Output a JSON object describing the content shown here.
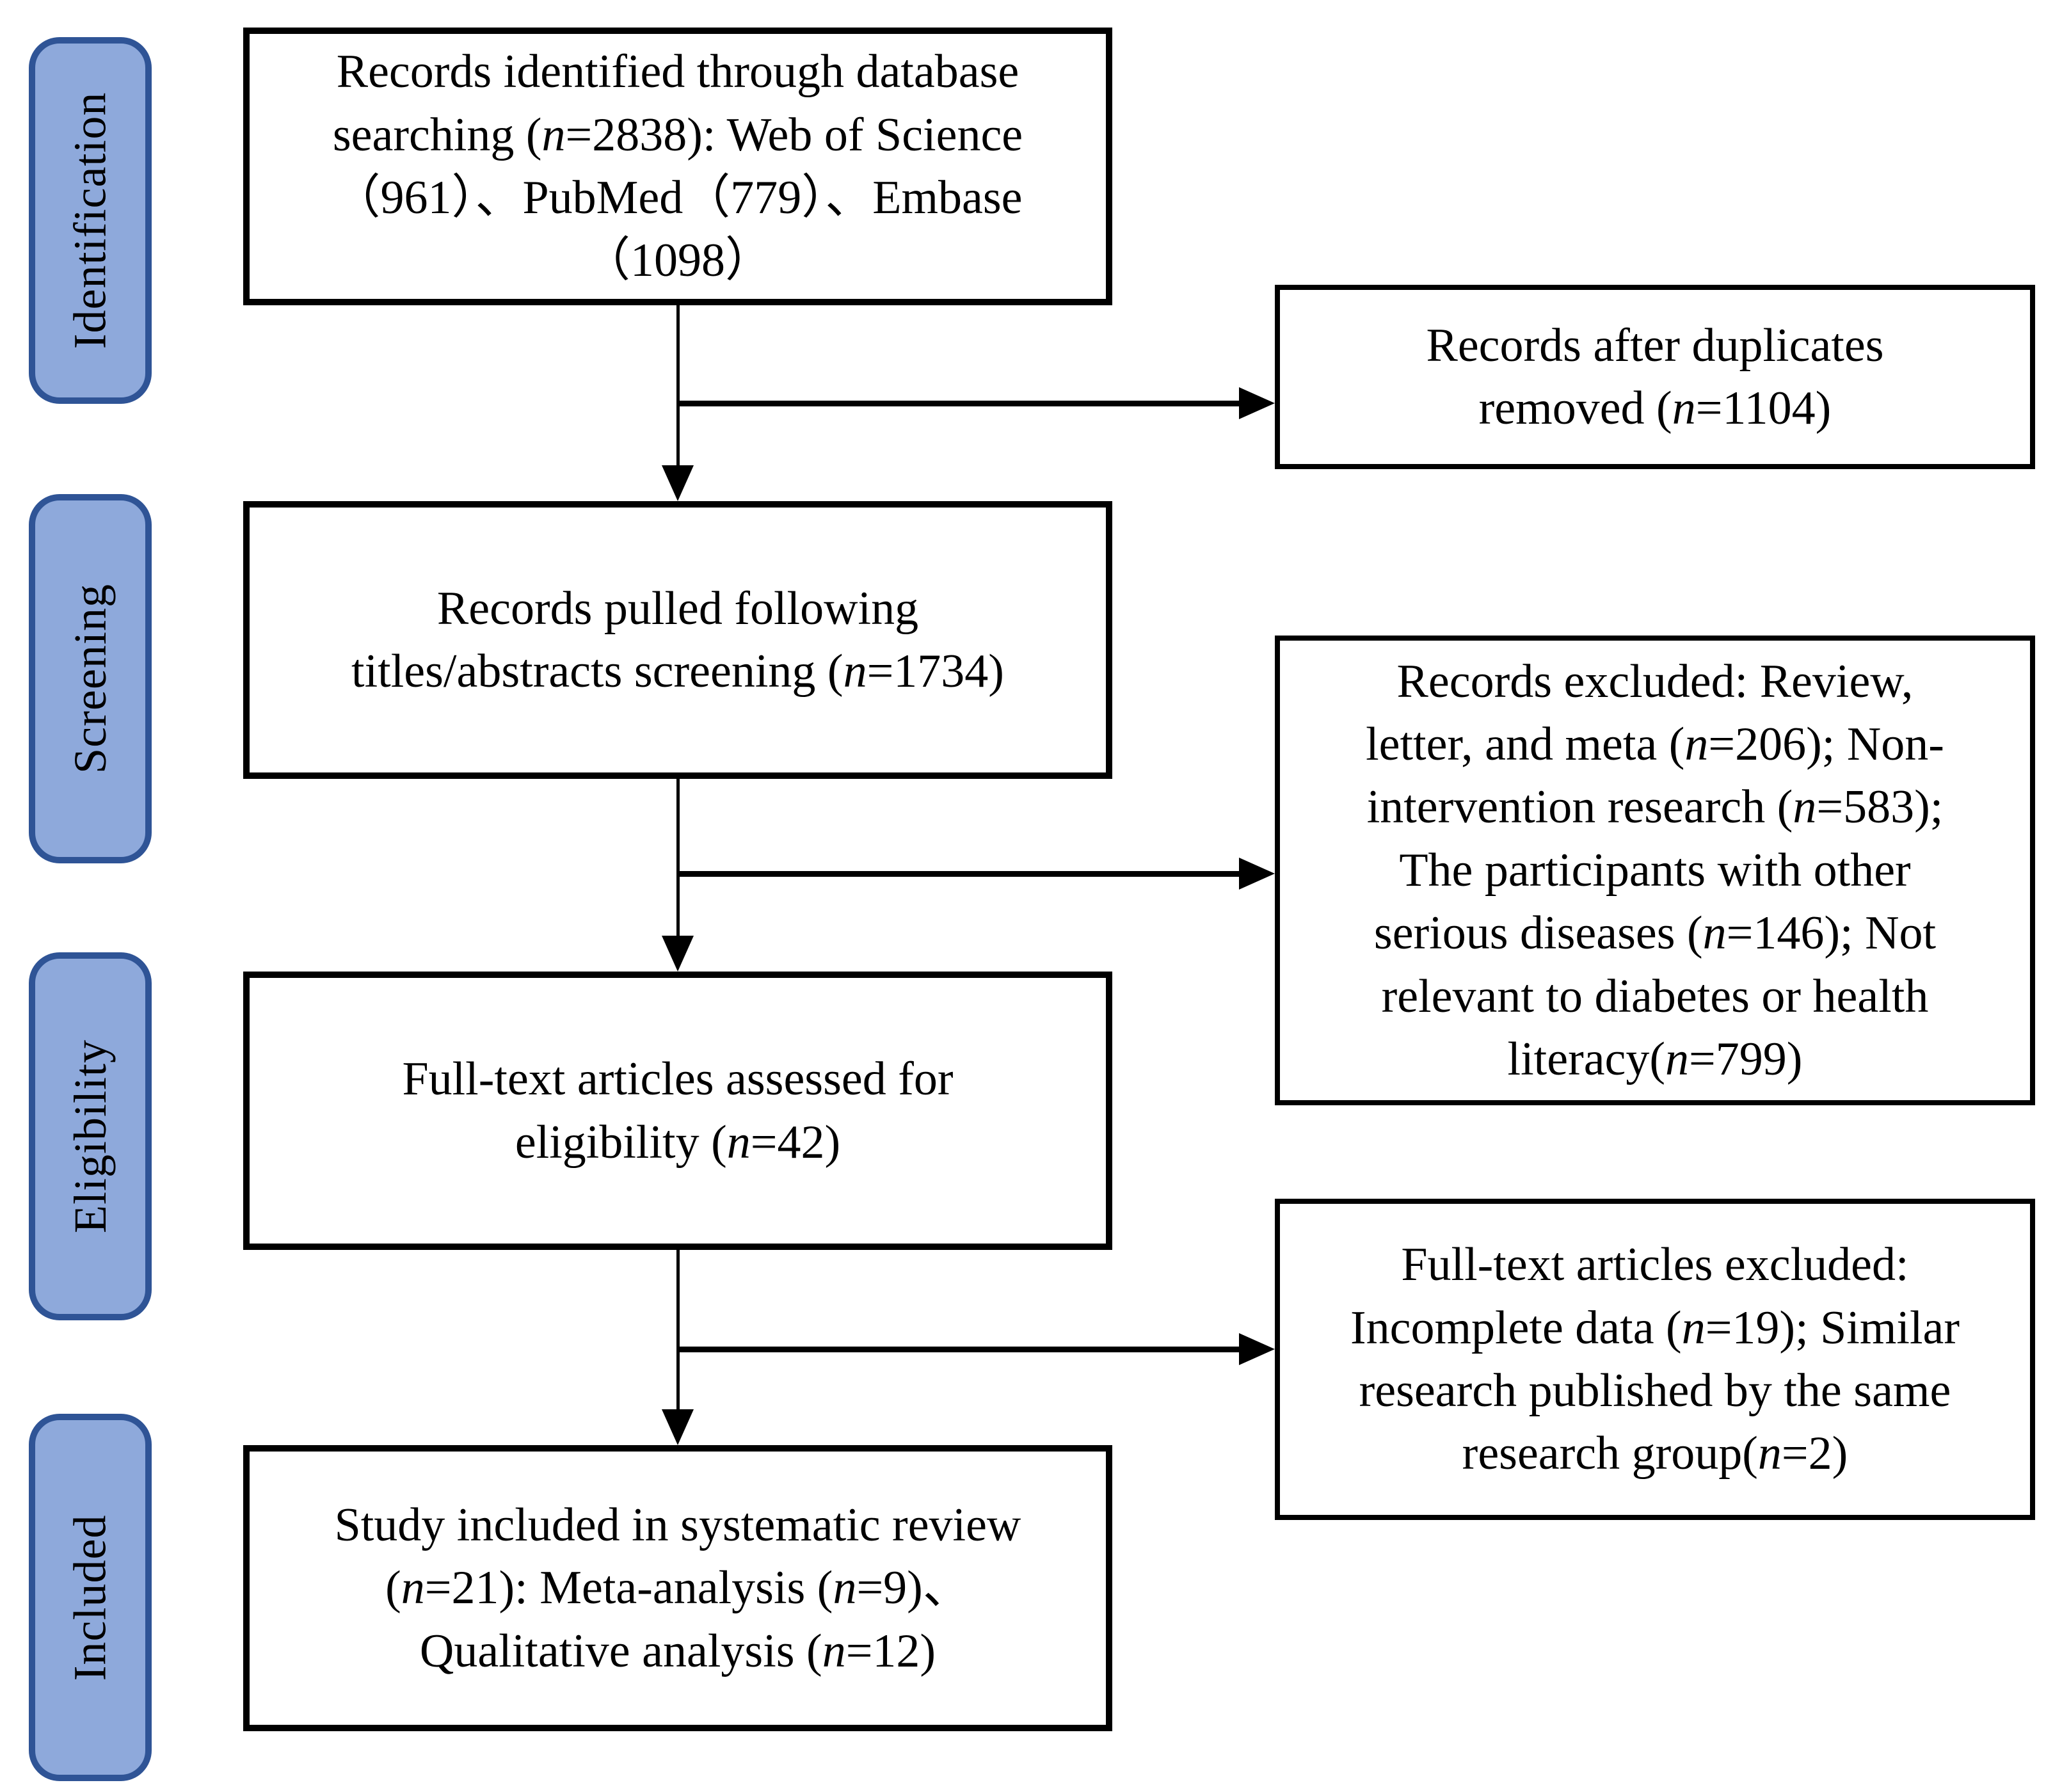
{
  "diagram": {
    "type": "prisma-flow-diagram",
    "colors": {
      "background": "#FFFFFF",
      "stage_fill": "#8EA9DB",
      "stage_border": "#2F5496",
      "box_border": "#000000",
      "text": "#000000",
      "line": "#000000"
    },
    "stages": [
      {
        "label": "Identification"
      },
      {
        "label": "Screening"
      },
      {
        "label": "Eligibility"
      },
      {
        "label": "Included"
      }
    ],
    "boxes": {
      "identified": {
        "runs": [
          {
            "t": "Records identified through database\nsearching ("
          },
          {
            "t": "n",
            "i": true
          },
          {
            "t": "=2838): Web of Science\n（961）、PubMed（779）、Embase\n（1098）"
          }
        ]
      },
      "duplicates_removed": {
        "runs": [
          {
            "t": "Records after duplicates\nremoved ("
          },
          {
            "t": "n",
            "i": true
          },
          {
            "t": "=1104)"
          }
        ]
      },
      "screened": {
        "runs": [
          {
            "t": "Records pulled following\ntitles/abstracts screening ("
          },
          {
            "t": "n",
            "i": true
          },
          {
            "t": "=1734)"
          }
        ]
      },
      "records_excluded": {
        "runs": [
          {
            "t": "Records excluded: Review,\nletter, and meta ("
          },
          {
            "t": "n",
            "i": true
          },
          {
            "t": "=206); Non-\nintervention research ("
          },
          {
            "t": "n",
            "i": true
          },
          {
            "t": "=583);\nThe participants with other\nserious diseases ("
          },
          {
            "t": "n",
            "i": true
          },
          {
            "t": "=146); Not\nrelevant to diabetes or health\nliteracy("
          },
          {
            "t": "n",
            "i": true
          },
          {
            "t": "=799)"
          }
        ]
      },
      "eligible": {
        "runs": [
          {
            "t": "Full-text articles assessed for\neligibility ("
          },
          {
            "t": "n",
            "i": true
          },
          {
            "t": "=42)"
          }
        ]
      },
      "fulltext_excluded": {
        "runs": [
          {
            "t": "Full-text articles excluded:\nIncomplete data ("
          },
          {
            "t": "n",
            "i": true
          },
          {
            "t": "=19); Similar\nresearch published by the same\nresearch group("
          },
          {
            "t": "n",
            "i": true
          },
          {
            "t": "=2)"
          }
        ]
      },
      "included": {
        "runs": [
          {
            "t": "Study included in systematic review\n("
          },
          {
            "t": "n",
            "i": true
          },
          {
            "t": "=21): Meta-analysis ("
          },
          {
            "t": "n",
            "i": true
          },
          {
            "t": "=9)、\nQualitative analysis ("
          },
          {
            "t": "n",
            "i": true
          },
          {
            "t": "=12)"
          }
        ]
      }
    }
  }
}
